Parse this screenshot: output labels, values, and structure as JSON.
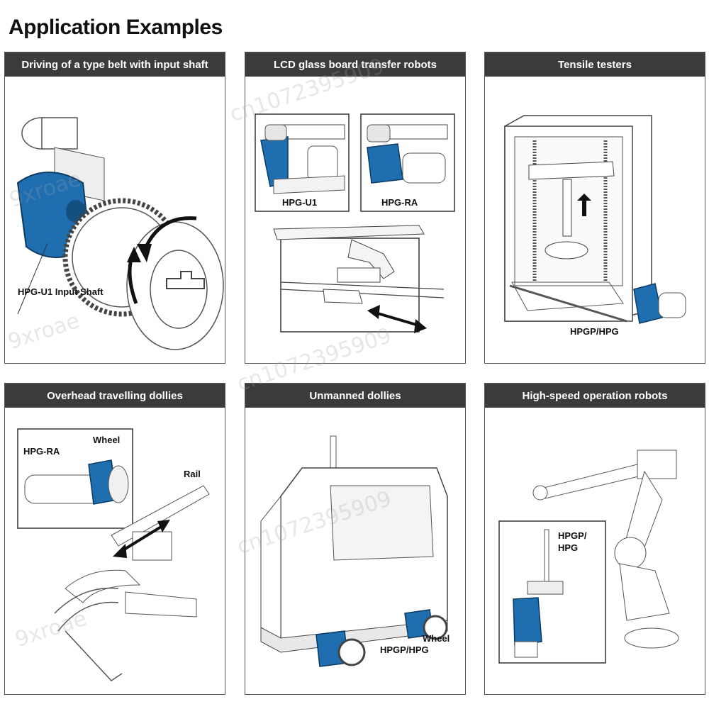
{
  "page": {
    "title": "Application Examples"
  },
  "colors": {
    "accent_blue": "#1f6fb0",
    "header_bg": "#3b3b3b"
  },
  "panels": [
    {
      "title": "Driving of a type belt with input shaft",
      "labels": [
        "HPG-U1 Input Shaft"
      ]
    },
    {
      "title": "LCD glass board transfer robots",
      "labels": [
        "HPG-U1",
        "HPG-RA"
      ]
    },
    {
      "title": "Tensile testers",
      "labels": [
        "HPGP/HPG"
      ]
    },
    {
      "title": "Overhead travelling dollies",
      "labels": [
        "HPG-RA",
        "Wheel",
        "Rail"
      ]
    },
    {
      "title": "Unmanned dollies",
      "labels": [
        "Wheel",
        "HPGP/HPG"
      ]
    },
    {
      "title": "High-speed operation robots",
      "labels": [
        "HPGP/",
        "HPG"
      ]
    }
  ],
  "watermarks": [
    "9xroae",
    "cn1072395909"
  ]
}
